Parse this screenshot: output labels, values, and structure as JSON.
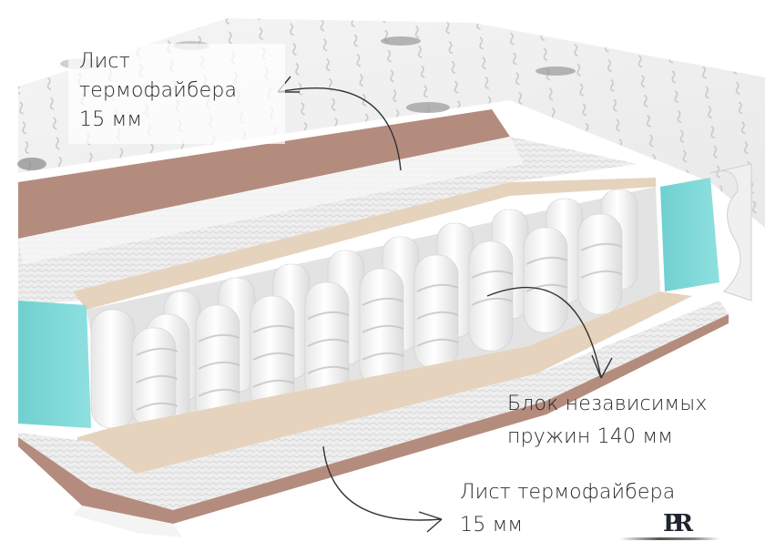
{
  "labels": {
    "top": {
      "line1": "Лист",
      "line2": "термофайбера",
      "line3": "15 мм"
    },
    "middle": {
      "line1": "Блок независимых",
      "line2": "пружин 140 мм"
    },
    "bottom": {
      "line1": "Лист термофайбера",
      "line2": "15 мм"
    }
  },
  "logo": {
    "text": "PR"
  },
  "colors": {
    "cover": "#f2f2f2",
    "cover_pattern": "#c9c9c9",
    "brown_layer": "#b48c7e",
    "beige_layer": "#e6d3bd",
    "foam_edge": "#79d6d6",
    "springs": "#fafafa",
    "spring_stripe": "#c4c4c4",
    "fiber": "#ebebeb",
    "text": "#2a2a2a"
  }
}
